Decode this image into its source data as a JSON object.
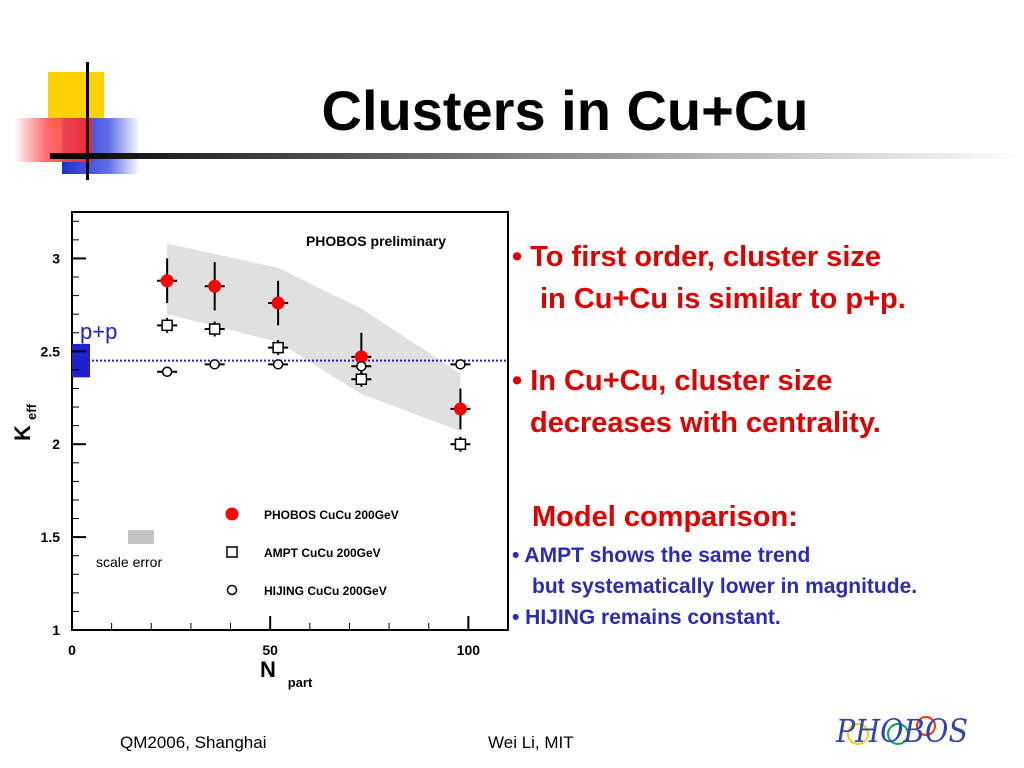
{
  "slide": {
    "title": "Clusters in Cu+Cu",
    "footer_left": "QM2006, Shanghai",
    "footer_center": "Wei Li, MIT",
    "logo_text": "PHOBOS"
  },
  "bullets": {
    "b1_line1": "• To first order, cluster size",
    "b1_line2": "in Cu+Cu is similar to p+p.",
    "b2_line1": "• In Cu+Cu, cluster size",
    "b2_line2": "decreases with centrality.",
    "model_header": "Model comparison:",
    "m1_line1": "•  AMPT shows the same trend",
    "m1_line2": "but systematically lower in magnitude.",
    "m2_line1": "•  HIJING remains constant."
  },
  "chart_data": {
    "type": "scatter",
    "title": "PHOBOS preliminary",
    "xlabel": "N",
    "xlabel_sub": "part",
    "ylabel": "K",
    "ylabel_sub": "eff",
    "xlim": [
      0,
      110
    ],
    "ylim": [
      1,
      3.25
    ],
    "x_ticks": [
      "0",
      "50",
      "100"
    ],
    "y_ticks": [
      "1",
      "1.5",
      "2",
      "2.5",
      "3"
    ],
    "grid": false,
    "legend_position": "bottom-center",
    "series": [
      {
        "name": "PHOBOS CuCu 200GeV",
        "marker": "filled-circle",
        "color": "#ff0000",
        "x": [
          24,
          36,
          52,
          73,
          98
        ],
        "y": [
          2.88,
          2.85,
          2.76,
          2.47,
          2.19
        ],
        "yerr": [
          0.12,
          0.13,
          0.12,
          0.13,
          0.11
        ]
      },
      {
        "name": "AMPT CuCu 200GeV",
        "marker": "open-square",
        "color": "#000000",
        "x": [
          24,
          36,
          52,
          73,
          98
        ],
        "y": [
          2.64,
          2.62,
          2.52,
          2.35,
          2.0
        ],
        "yerr": [
          0.04,
          0.04,
          0.04,
          0.04,
          0.04
        ]
      },
      {
        "name": "HIJING CuCu 200GeV",
        "marker": "open-circle",
        "color": "#000000",
        "x": [
          24,
          36,
          52,
          73,
          98
        ],
        "y": [
          2.39,
          2.43,
          2.43,
          2.42,
          2.43
        ],
        "yerr": [
          0.0,
          0.0,
          0.0,
          0.0,
          0.0
        ]
      }
    ],
    "systematic_band": {
      "x": [
        24,
        52,
        73,
        98
      ],
      "upper": [
        3.08,
        2.95,
        2.73,
        2.38
      ],
      "lower": [
        2.7,
        2.55,
        2.27,
        2.07
      ],
      "color": "#e0e0e0"
    },
    "pp_reference": {
      "label": "p+p",
      "value": 2.45,
      "box_low": 2.36,
      "box_high": 2.54,
      "color": "#2020cc"
    },
    "scale_error_label": "scale error"
  }
}
